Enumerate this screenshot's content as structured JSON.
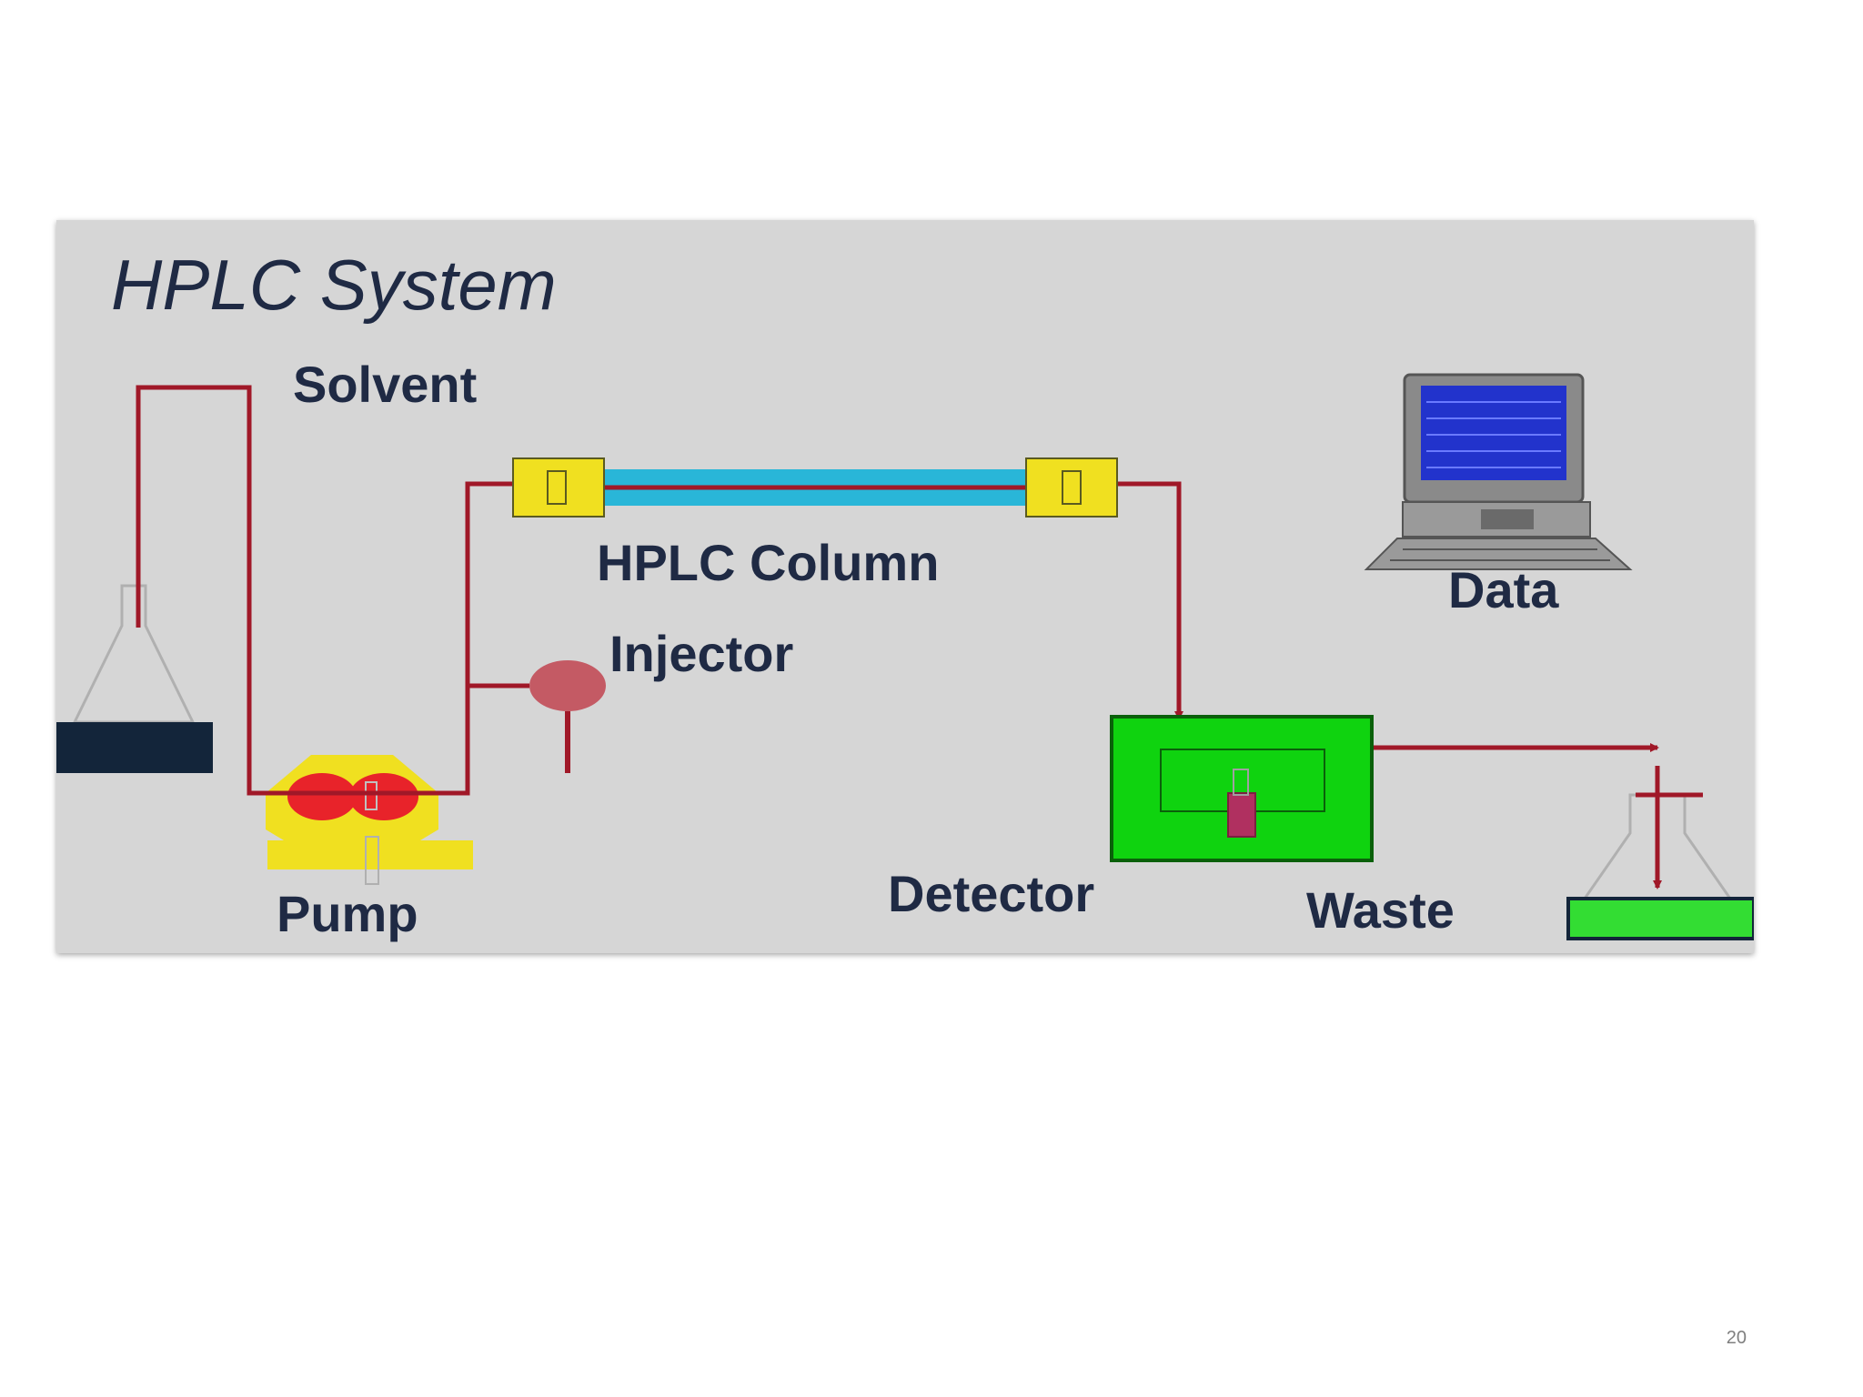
{
  "diagram": {
    "title": "HPLC System",
    "labels": {
      "solvent": "Solvent",
      "column": "HPLC Column",
      "injector": "Injector",
      "data": "Data",
      "pump": "Pump",
      "detector": "Detector",
      "waste": "Waste"
    }
  },
  "page_number": "20",
  "colors": {
    "background": "#d6d6d6",
    "flow_line": "#a01828",
    "column_tube": "#29b6d8",
    "column_fitting": "#f0e020",
    "pump_body": "#f0e020",
    "pump_heads": "#e8232a",
    "injector": "#c45a64",
    "detector": "#0fd30f",
    "solvent_base": "#13253a",
    "waste_base": "#33dd33",
    "computer_screen": "#2233cc"
  }
}
